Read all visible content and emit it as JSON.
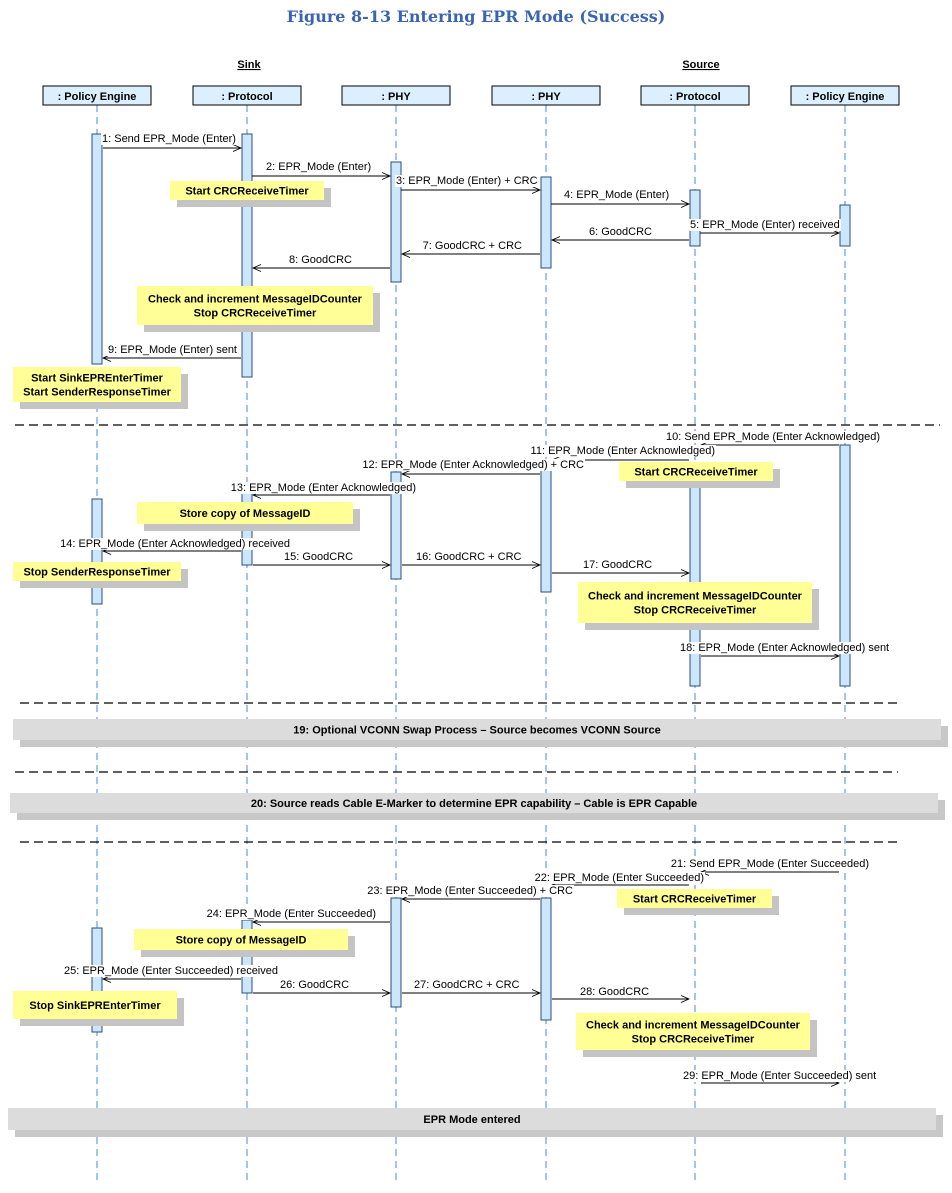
{
  "figure_title": "Figure 8-13 Entering EPR Mode (Success)",
  "groups": {
    "sink": "Sink",
    "source": "Source"
  },
  "lifelines": [
    {
      "label": ": Policy Engine"
    },
    {
      "label": ": Protocol"
    },
    {
      "label": ": PHY"
    },
    {
      "label": ": PHY"
    },
    {
      "label": ": Protocol"
    },
    {
      "label": ": Policy Engine"
    }
  ],
  "messages": [
    "1: Send EPR_Mode (Enter)",
    "2: EPR_Mode (Enter)",
    "3: EPR_Mode (Enter) + CRC",
    "4: EPR_Mode (Enter)",
    "5: EPR_Mode (Enter) received",
    "6: GoodCRC",
    "7: GoodCRC + CRC",
    "8: GoodCRC",
    "9: EPR_Mode (Enter) sent",
    "10: Send EPR_Mode (Enter Acknowledged)",
    "11: EPR_Mode (Enter Acknowledged)",
    "12: EPR_Mode (Enter Acknowledged) + CRC",
    "13: EPR_Mode (Enter Acknowledged)",
    "14: EPR_Mode (Enter Acknowledged) received",
    "15: GoodCRC",
    "16: GoodCRC + CRC",
    "17: GoodCRC",
    "18: EPR_Mode (Enter Acknowledged) sent",
    "21: Send EPR_Mode (Enter Succeeded)",
    "22: EPR_Mode (Enter Succeeded)",
    "23: EPR_Mode (Enter Succeeded) + CRC",
    "24: EPR_Mode (Enter Succeeded)",
    "25: EPR_Mode (Enter Succeeded) received",
    "26: GoodCRC",
    "27: GoodCRC + CRC",
    "28: GoodCRC",
    "29: EPR_Mode (Enter Succeeded) sent"
  ],
  "notes": [
    [
      "Start CRCReceiveTimer"
    ],
    [
      "Check and increment MessageIDCounter",
      "Stop CRCReceiveTimer"
    ],
    [
      "Start SinkEPREnterTimer",
      "Start SenderResponseTimer"
    ],
    [
      "Start CRCReceiveTimer"
    ],
    [
      "Store copy of MessageID"
    ],
    [
      "Stop SenderResponseTimer"
    ],
    [
      "Check and increment MessageIDCounter",
      "Stop CRCReceiveTimer"
    ],
    [
      "Start CRCReceiveTimer"
    ],
    [
      "Store copy of MessageID"
    ],
    [
      "Stop SinkEPREnterTimer"
    ],
    [
      "Check and increment MessageIDCounter",
      "Stop CRCReceiveTimer"
    ]
  ],
  "bands": [
    "19: Optional VCONN Swap Process – Source becomes VCONN Source",
    "20: Source reads Cable E-Marker to determine EPR capability – Cable is EPR Capable",
    "EPR Mode entered"
  ],
  "colors": {
    "title": "#3b64b0",
    "header_fill": "#dcefff",
    "activation_fill": "#cce6fb",
    "lifeline": "#6aa8e8",
    "note_fill": "#ffff96",
    "band_fill": "#dcdcdc"
  }
}
